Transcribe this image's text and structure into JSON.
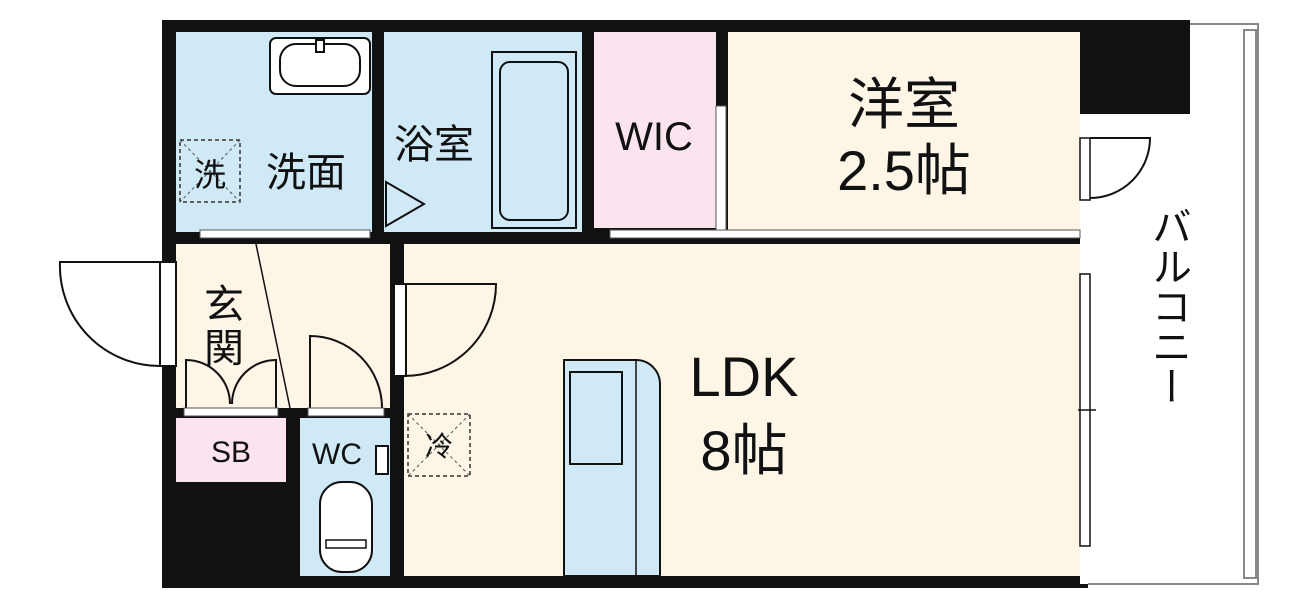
{
  "colors": {
    "wall": "#111111",
    "wet_area": "#cfe9f7",
    "living_area": "#fdf5e6",
    "closet_area": "#fbe3ef",
    "balcony": "#ffffff"
  },
  "rooms": {
    "bedroom": {
      "name": "洋室",
      "size": "2.5帖"
    },
    "ldk": {
      "name": "LDK",
      "size": "8帖"
    },
    "wic": {
      "name": "WIC"
    },
    "bath": {
      "name": "浴室"
    },
    "washroom": {
      "name": "洗面"
    },
    "washer_mark": {
      "name": "洗"
    },
    "entrance": {
      "name_line1": "玄",
      "name_line2": "関"
    },
    "shoe_box": {
      "name": "SB"
    },
    "toilet": {
      "name": "WC"
    },
    "fridge_mark": {
      "name": "冷"
    },
    "balcony": {
      "name": "バルコニー"
    }
  }
}
